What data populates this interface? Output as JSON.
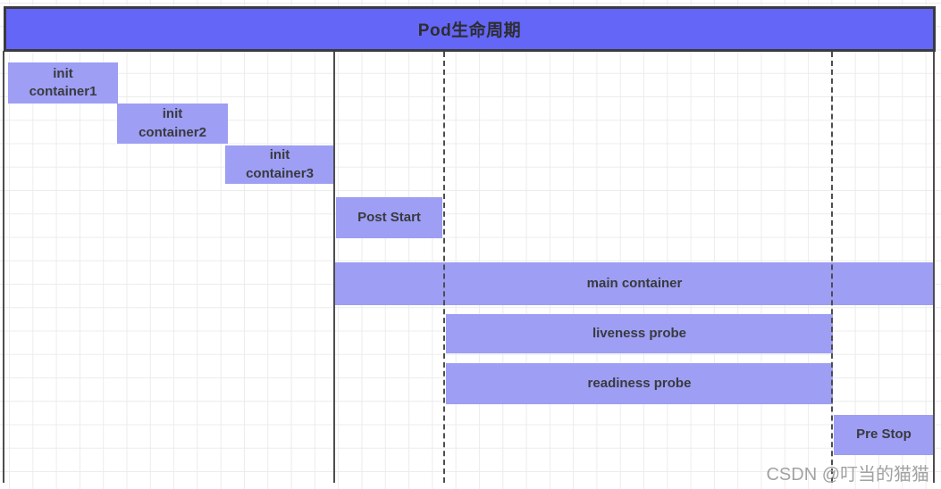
{
  "title": "Pod生命周期",
  "bars": {
    "init1": {
      "line1": "init",
      "line2": "container1"
    },
    "init2": {
      "line1": "init",
      "line2": "container2"
    },
    "init3": {
      "line1": "init",
      "line2": "container3"
    },
    "post_start": {
      "label": "Post Start"
    },
    "main": {
      "label": "main container"
    },
    "liveness": {
      "label": "liveness probe"
    },
    "readiness": {
      "label": "readiness probe"
    },
    "pre_stop": {
      "label": "Pre Stop"
    }
  },
  "watermark": "CSDN @叮当的猫猫",
  "colors": {
    "title_fill": "#6466f7",
    "title_border": "#3a3a3f",
    "bar_fill": "#9d9ef4",
    "bar_text": "#3a3a3e",
    "axis_line": "#4d4d4d",
    "grid_line": "#ececec",
    "watermark_text": "#a2a2a2"
  }
}
